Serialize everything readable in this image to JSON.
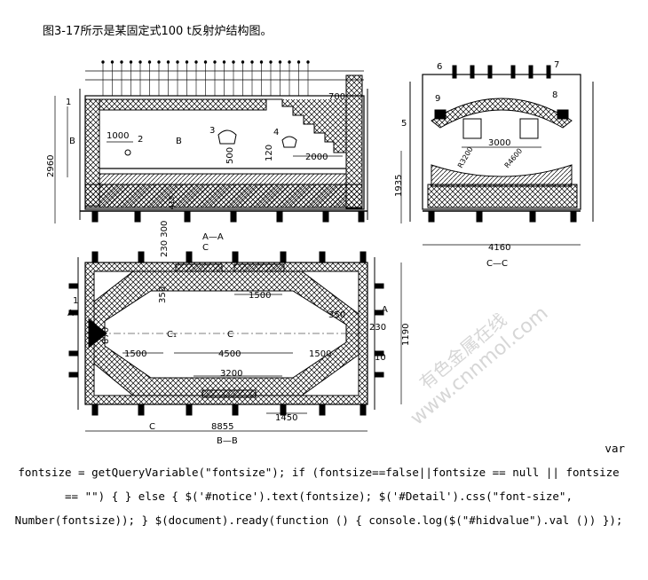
{
  "caption": "图3-17所示是某固定式100 t反射炉结构图。",
  "watermark": {
    "text1": "有色金属在线",
    "text2": "www.cnnmol.com"
  },
  "figure": {
    "section_labels": {
      "aa": "A—A",
      "cc": "C—C",
      "bb": "B—B"
    },
    "top_left": {
      "dims": [
        "700",
        "1000",
        "2",
        "B",
        "B",
        "3",
        "4",
        "500",
        "120",
        "2000",
        "2960",
        "1",
        "415",
        "230 300"
      ]
    },
    "top_right": {
      "labels": [
        "6",
        "7",
        "9",
        "8",
        "5",
        "3000",
        "R3200",
        "R4600",
        "1935",
        "4160"
      ]
    },
    "bottom": {
      "labels": [
        "C",
        "350",
        "1500",
        "1",
        "A",
        "870",
        "C₁",
        "C",
        "1500",
        "4500",
        "3200",
        "1500",
        "350",
        "A",
        "230",
        "10",
        "1190",
        "1450",
        "C",
        "8855"
      ]
    }
  },
  "code": {
    "line1": "var",
    "line2": "fontsize = getQueryVariable(\"fontsize\"); if (fontsize==false||fontsize == null ||",
    "line3": "fontsize == \"\") { } else { $('#notice').text(fontsize); $('#Detail').css(\"font-size\",",
    "line4": "Number(fontsize)); } $(document).ready(function () { console.log($(\"#hidvalue\").val",
    "line5": "()) });"
  }
}
